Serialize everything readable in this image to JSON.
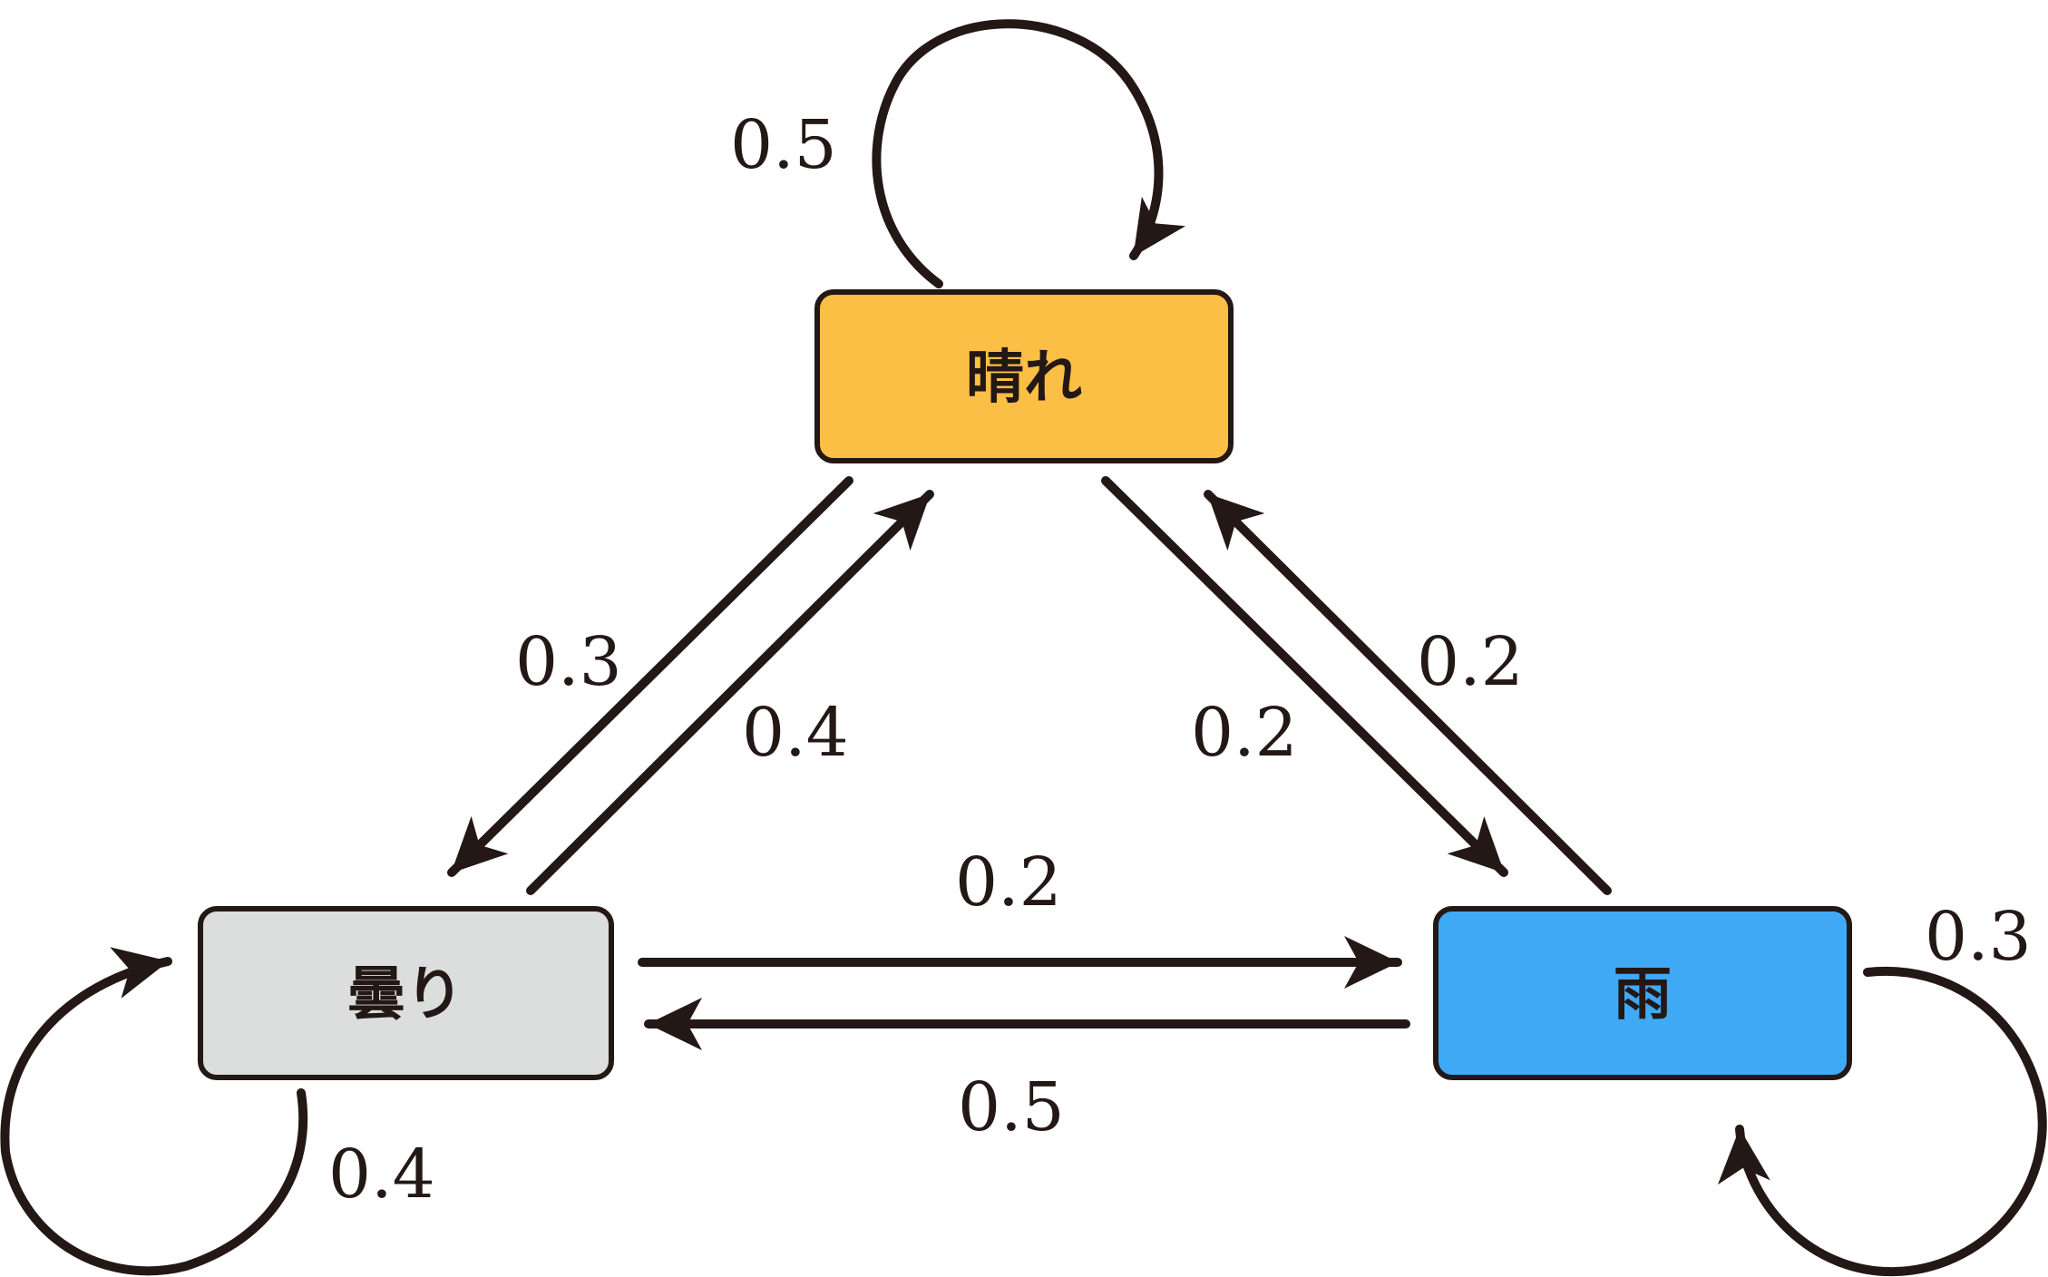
{
  "states": {
    "sunny": {
      "label": "晴れ",
      "color": "#FBBF45"
    },
    "cloudy": {
      "label": "曇り",
      "color": "#DCDDDD"
    },
    "rainy": {
      "label": "雨",
      "color": "#3FA9F5"
    }
  },
  "transitions": {
    "sunny_sunny": "0.5",
    "sunny_cloudy": "0.3",
    "cloudy_sunny": "0.4",
    "sunny_rainy": "0.2",
    "rainy_sunny": "0.2",
    "cloudy_rainy": "0.2",
    "rainy_cloudy": "0.5",
    "cloudy_cloudy": "0.4",
    "rainy_rainy": "0.3"
  },
  "colors": {
    "stroke": "#231815",
    "background": "#FFFFFF"
  }
}
